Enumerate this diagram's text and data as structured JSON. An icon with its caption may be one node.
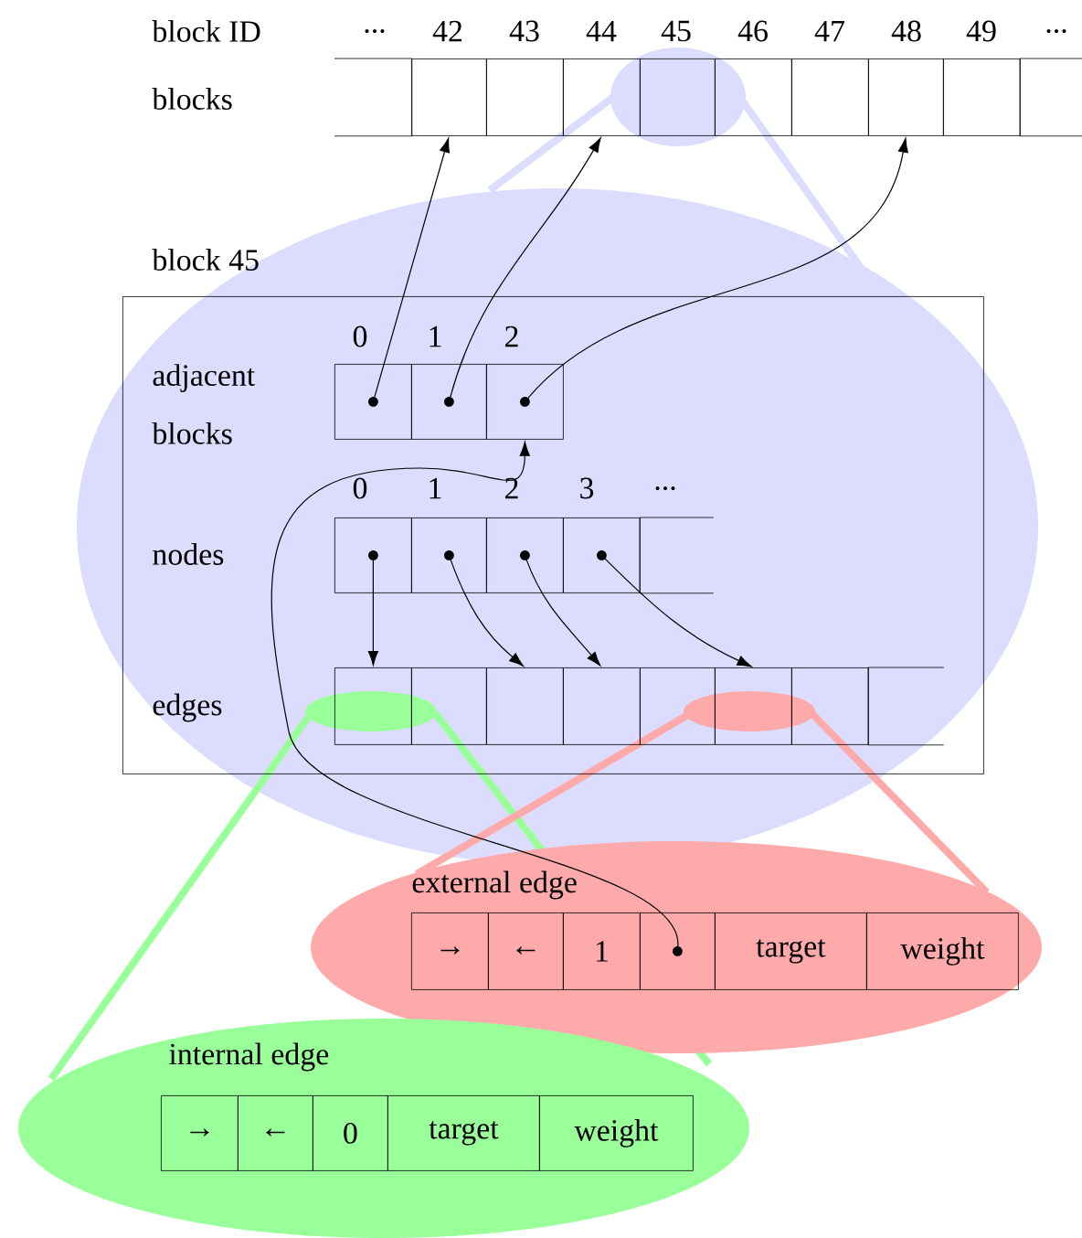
{
  "diagram": {
    "nodes": [
      {
        "text": [],
        "shape": "box"
      },
      {
        "text": [],
        "shape": "box"
      },
      {
        "text": [],
        "shape": "box"
      },
      {
        "text": [],
        "shape": "box"
      },
      {
        "text": [],
        "shape": "box"
      },
      {
        "text": [],
        "shape": "box"
      },
      {
        "text": [],
        "shape": "box"
      },
      {
        "text": [],
        "shape": "box"
      },
      {
        "text": [],
        "shape": "box"
      },
      {
        "text": [],
        "shape": "box"
      },
      {
        "text": [
          "block 45"
        ]
      },
      {
        "text": [],
        "shape": "box",
        "in": 10
      },
      {
        "text": [],
        "shape": "box",
        "in": 10
      },
      {
        "text": [],
        "shape": "box",
        "in": 10
      },
      {
        "text": [],
        "shape": "box",
        "in": 10
      },
      {
        "text": [],
        "shape": "box",
        "in": 10
      },
      {
        "text": [],
        "shape": "box",
        "in": 10
      },
      {
        "text": [],
        "shape": "box",
        "in": 10
      },
      {
        "text": [],
        "shape": "box",
        "in": 10
      },
      {
        "text": [],
        "shape": "box",
        "in": 10
      },
      {
        "text": [],
        "shape": "box",
        "in": 10
      },
      {
        "text": [],
        "shape": "box",
        "in": 10
      },
      {
        "text": [],
        "shape": "box",
        "in": 10
      },
      {
        "text": [],
        "shape": "box",
        "in": 10
      },
      {
        "text": [],
        "shape": "box",
        "in": 10
      },
      {
        "text": [],
        "shape": "box",
        "in": 10
      },
      {
        "text": [],
        "shape": "box",
        "in": 10
      },
      {
        "text": [
          "external edge"
        ]
      },
      {
        "text": [
          "→"
        ],
        "in": 27
      },
      {
        "text": [
          "←"
        ],
        "in": 27
      },
      {
        "text": [
          "1"
        ],
        "in": 27
      },
      {
        "text": [],
        "shape": "box",
        "in": 27
      },
      {
        "text": [
          "target"
        ],
        "in": 27
      },
      {
        "text": [
          "weight"
        ],
        "in": 27
      },
      {
        "text": [
          "internal edge"
        ]
      },
      {
        "text": [
          "→"
        ],
        "in": 34
      },
      {
        "text": [
          "←"
        ],
        "in": 34
      },
      {
        "text": [
          "0"
        ],
        "in": 34
      },
      {
        "text": [
          "target"
        ],
        "in": 34
      },
      {
        "text": [
          "weight"
        ],
        "in": 34
      }
    ],
    "edges": [
      {
        "from": 11,
        "to": 1,
        "arrow": "to"
      },
      {
        "from": 12,
        "to": 3,
        "arrow": "to"
      },
      {
        "from": 13,
        "to": 7,
        "arrow": "to"
      },
      {
        "from": 14,
        "to": 19,
        "arrow": "to"
      },
      {
        "from": 15,
        "to": 21,
        "arrow": "to"
      },
      {
        "from": 16,
        "to": 22,
        "arrow": "to"
      },
      {
        "from": 17,
        "to": 24,
        "arrow": "to"
      },
      {
        "from": 31,
        "to": 13,
        "arrow": "to"
      }
    ],
    "labels": [
      "block ID",
      "...",
      "42",
      "43",
      "44",
      "45",
      "46",
      "47",
      "48",
      "49",
      "...",
      "blocks",
      "0",
      "1",
      "2",
      "adjacent blocks",
      "0",
      "1",
      "2",
      "3",
      "...",
      "nodes",
      "edges"
    ]
  }
}
